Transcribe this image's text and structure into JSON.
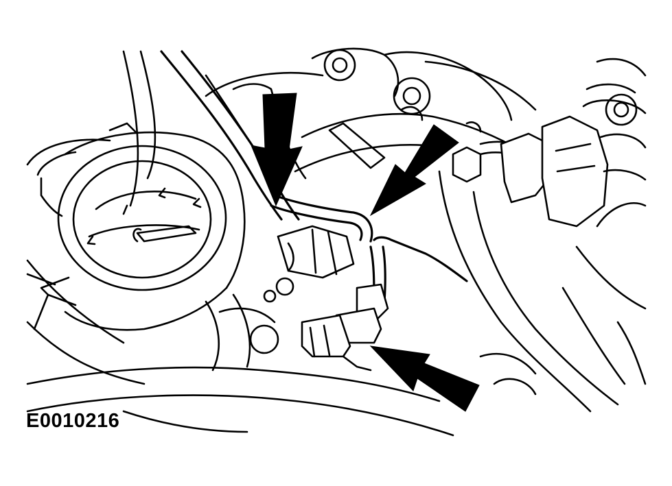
{
  "figure": {
    "code": "E0010216",
    "ink_color": "#000000",
    "paper_color": "#ffffff",
    "callouts": [
      {
        "name": "upper-arrow",
        "points": "down"
      },
      {
        "name": "right-arrow",
        "points": "down-left"
      },
      {
        "name": "lower-arrow",
        "points": "up-left"
      }
    ]
  }
}
